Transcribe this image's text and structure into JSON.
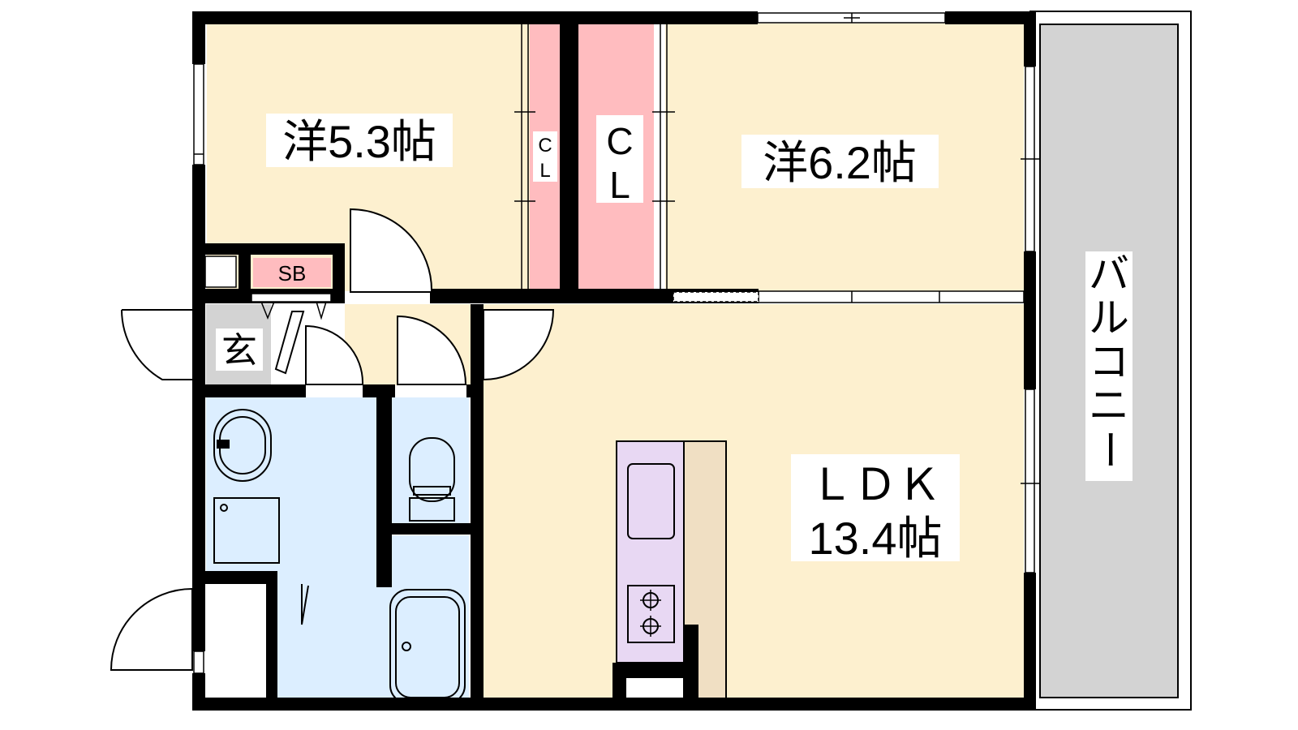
{
  "rooms": {
    "western_1": {
      "label": "洋5.3帖"
    },
    "western_2": {
      "label": "洋6.2帖"
    },
    "closet_small": {
      "label_c": "C",
      "label_l": "L"
    },
    "closet_large": {
      "label_c": "C",
      "label_l": "L"
    },
    "shoe_box": {
      "label": "SB"
    },
    "entrance": {
      "label": "玄"
    },
    "ldk": {
      "label": "ＬＤＫ",
      "area": "13.4帖"
    },
    "balcony": {
      "label_chars": [
        "バ",
        "ル",
        "コ",
        "ニ",
        "ー"
      ]
    }
  },
  "colors": {
    "bedroom": "#fdf0cf",
    "closet": "#ffbcbf",
    "wet_area": "#dceeff",
    "kitchen": "#e8d8f3",
    "counter": "#f0dfc3",
    "entrance": "#d3d3d3",
    "balcony": "#d3d3d3",
    "wall": "#000000"
  }
}
